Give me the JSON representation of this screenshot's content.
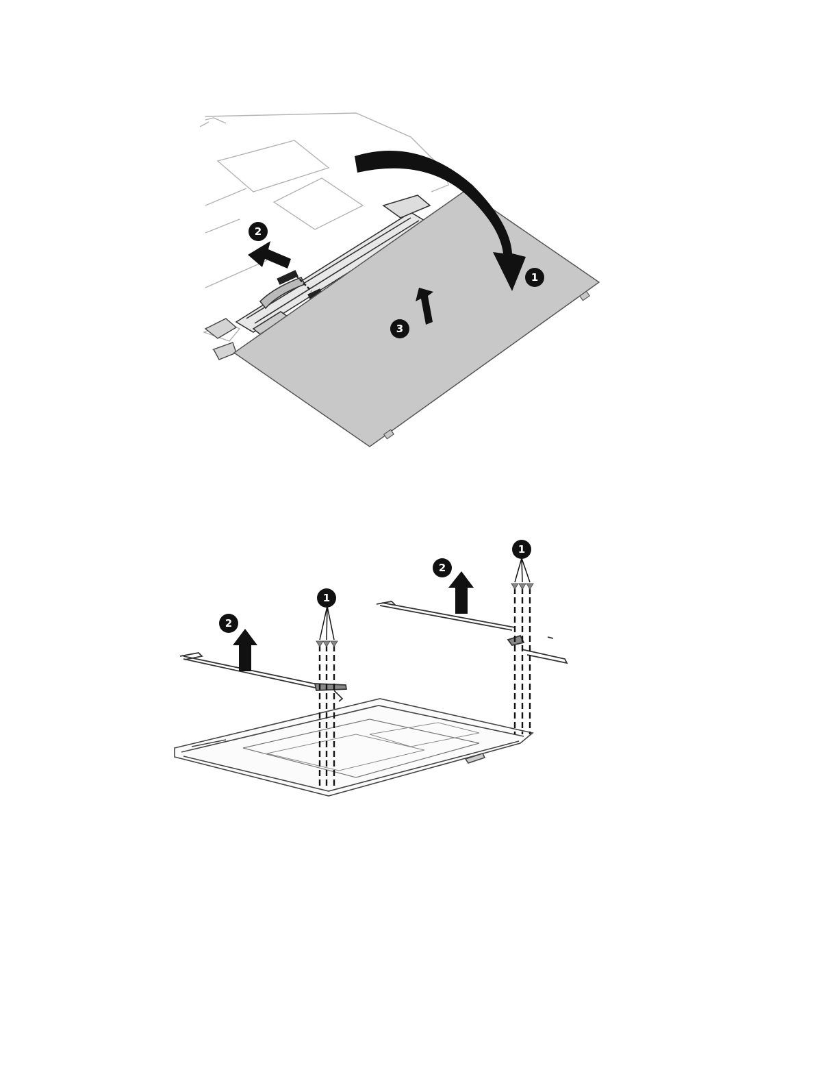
{
  "figure_top": {
    "callouts": [
      {
        "label": "1"
      },
      {
        "label": "2"
      },
      {
        "label": "3"
      }
    ]
  },
  "figure_bottom": {
    "callouts": [
      {
        "label": "1"
      },
      {
        "label": "2"
      },
      {
        "label": "1"
      },
      {
        "label": "2"
      }
    ]
  },
  "colors": {
    "panel_fill": "#c8c8c8",
    "line": "#555555",
    "arrow": "#111111",
    "callout_fill": "#111111",
    "callout_text": "#ffffff"
  }
}
